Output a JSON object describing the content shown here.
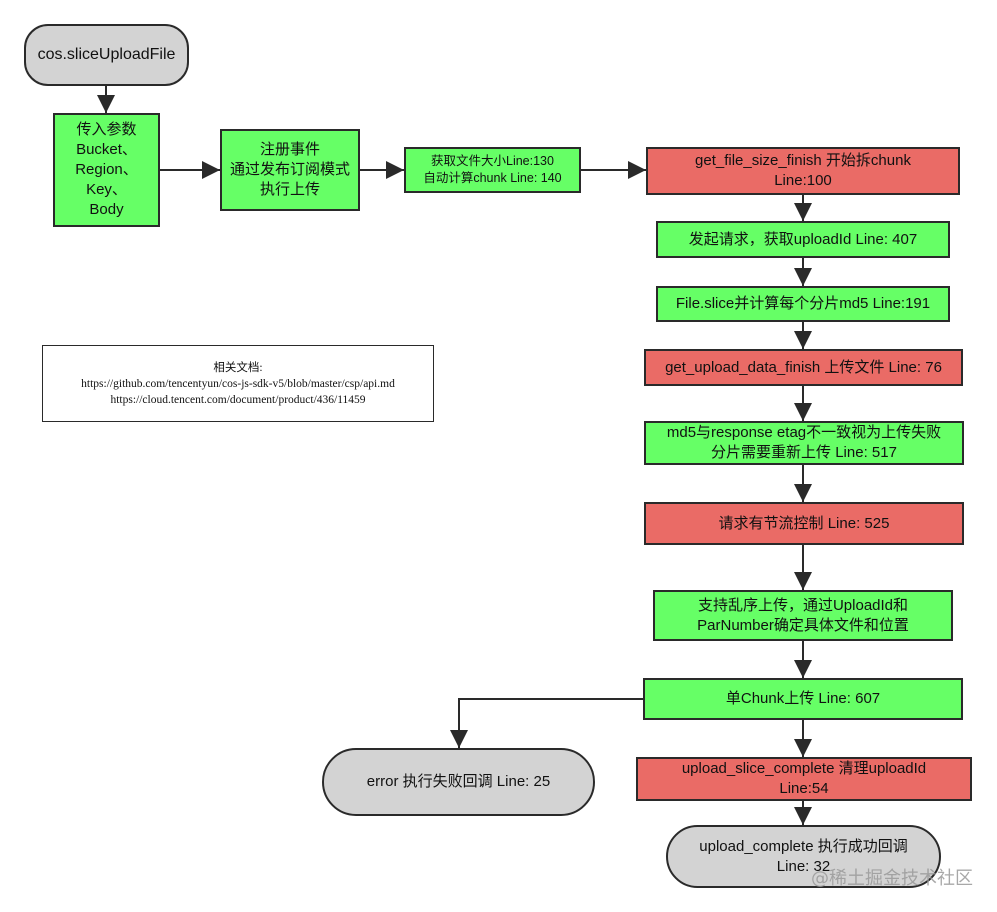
{
  "nodes": {
    "start": "cos.sliceUploadFile",
    "params": "传入参数\nBucket、\nRegion、\nKey、\nBody",
    "register": "注册事件\n通过发布订阅模式\n执行上传",
    "filesize": "获取文件大小Line:130\n自动计算chunk Line: 140",
    "sizefinish": "get_file_size_finish 开始拆chunk\nLine:100",
    "request": "发起请求，获取uploadId Line: 407",
    "slice": "File.slice并计算每个分片md5 Line:191",
    "datafinish": "get_upload_data_finish 上传文件 Line: 76",
    "md5check": "md5与response etag不一致视为上传失败\n分片需要重新上传 Line: 517",
    "throttle": "请求有节流控制 Line: 525",
    "order": "支持乱序上传，通过UploadId和\nParNumber确定具体文件和位置",
    "chunk": "单Chunk上传 Line: 607",
    "error": "error 执行失败回调 Line: 25",
    "slicecomplete": "upload_slice_complete 清理uploadId\nLine:54",
    "complete": "upload_complete 执行成功回调\nLine: 32"
  },
  "docs": {
    "title": "相关文档:",
    "link1": "https://github.com/tencentyun/cos-js-sdk-v5/blob/master/csp/api.md",
    "link2": "https://cloud.tencent.com/document/product/436/11459"
  },
  "watermark": "@稀土掘金技术社区",
  "colors": {
    "process": "#66ff66",
    "event": "#ea6b66",
    "terminal": "#d3d3d3",
    "border": "#2a2a2a"
  }
}
